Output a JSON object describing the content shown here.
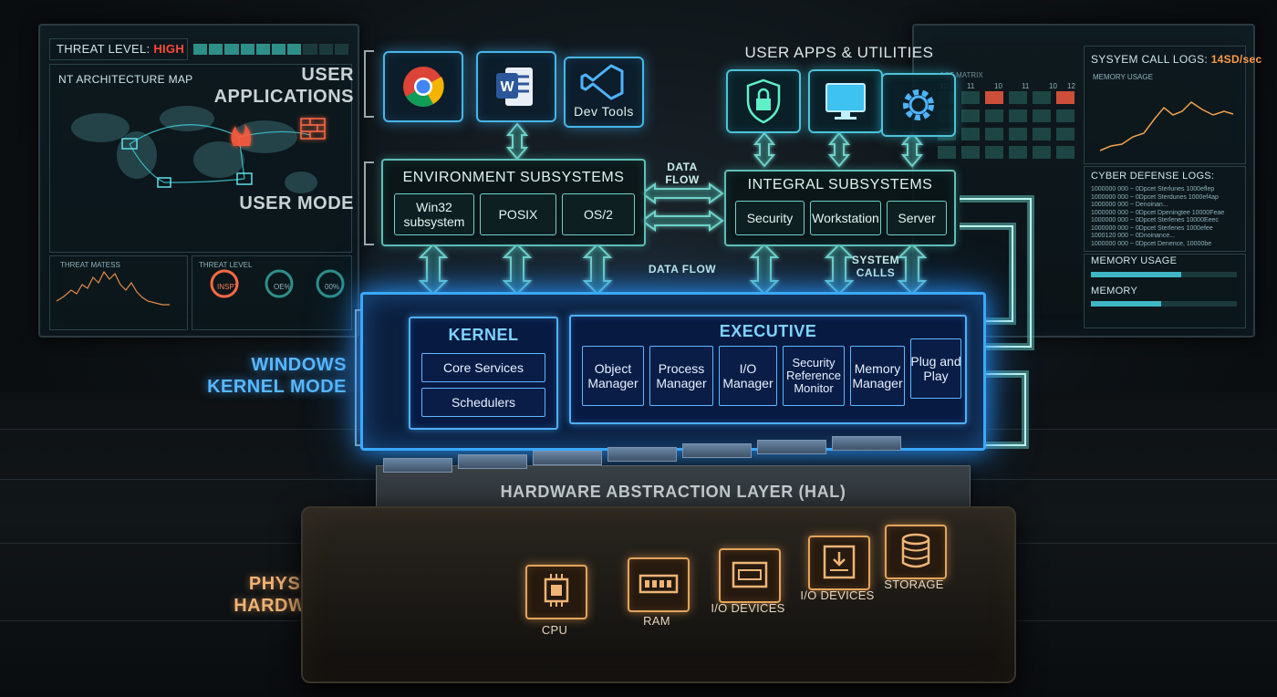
{
  "left_screen": {
    "threat_label": "THREAT LEVEL:",
    "threat_value": "HIGH",
    "map_title": "NT ARCHITECTURE MAP",
    "chart_title": "THREAT MATESS",
    "gauge_title": "THREAT LEVEL",
    "gauges": [
      "INSPT",
      "OE%",
      "00%"
    ]
  },
  "right_screen": {
    "syscall_label": "SYSYEM CALL LOGS:",
    "syscall_value": "14SD/sec",
    "memory_chart_title": "MEMORY USAGE",
    "defense_title": "CYBER DEFENSE LOGS:",
    "defense_lines": [
      "1000000 000 ~ 0Dpcet Sterlunes 1000eflep",
      "1000000 000 ~ 0Dpcet Sterdunes 1000ef4ap",
      "1000000 000 ~ Denoinan...",
      "1000000 000 ~ 0Dpcet Dpeningtee 10000Feae",
      "1000000 000 ~ 0Dpcet Sterlenes 10000Eeec",
      "1000000 000 ~ 0Dpcet Sterlenes 1000efee",
      "1000120 000 ~ 0Dnoinance...",
      "1000000 000 ~ 0Dpcet Denence, 10000be"
    ],
    "memory_usage_title": "MEMORY USAGE",
    "memory_title": "MEMORY",
    "matrix_title": "ACT MATRIX",
    "matrix_cols": [
      "10",
      "11",
      "10",
      "11",
      "10",
      "12"
    ]
  },
  "labels": {
    "user_applications": "USER\nAPPLICATIONS",
    "user_mode": "USER MODE",
    "windows_kernel_mode": "WINDOWS\nKERNEL MODE",
    "physical_hardware": "PHYSICAL\nHARDWARE",
    "user_apps_utilities": "USER APPS & UTILITIES"
  },
  "apps": {
    "devtools": "Dev Tools",
    "chrome_icon": "chrome-icon",
    "word_icon": "word-icon",
    "vscode_icon": "vscode-icon",
    "lock_icon": "lock-icon",
    "monitor_icon": "monitor-icon",
    "gear_icon": "gear-icon"
  },
  "environment": {
    "title": "ENVIRONMENT SUBSYSTEMS",
    "items": [
      "Win32\nsubsystem",
      "POSIX",
      "OS/2"
    ]
  },
  "integral": {
    "title": "INTEGRAL SUBSYSTEMS",
    "items": [
      "Security",
      "Workstation",
      "Server"
    ]
  },
  "flow": {
    "data_flow_top": "DATA\nFLOW",
    "data_flow_mid": "DATA FLOW",
    "system_calls": "SYSTEM\nCALLS"
  },
  "kernel": {
    "title": "KERNEL",
    "items": [
      "Core Services",
      "Schedulers"
    ]
  },
  "executive": {
    "title": "EXECUTIVE",
    "items": [
      "Object\nManager",
      "Process\nManager",
      "I/O\nManager",
      "Security\nReference\nMonitor",
      "Memory\nManager",
      "Plug and\nPlay"
    ]
  },
  "hal": {
    "title": "HARDWARE ABSTRACTION LAYER (HAL)"
  },
  "hardware": {
    "items": [
      "CPU",
      "RAM",
      "I/O DEVICES",
      "I/O DEVICES",
      "STORAGE"
    ]
  },
  "colors": {
    "teal": "#5fbfb7",
    "kernel_blue": "#3aa8ff",
    "hardware_orange": "#e3a45c",
    "threat_red": "#ff4a3a",
    "app_blue": "#48b6e8"
  }
}
